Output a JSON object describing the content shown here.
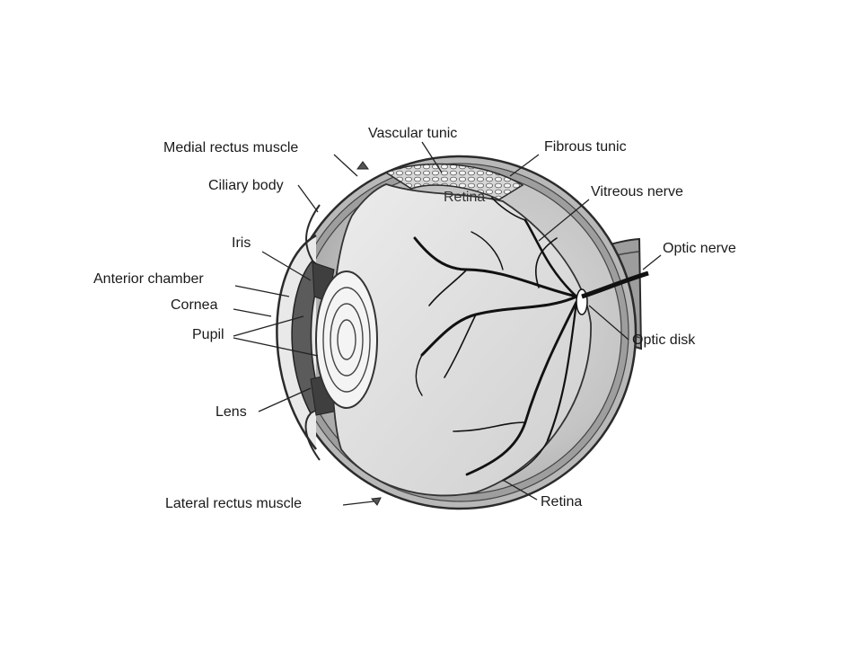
{
  "labels": {
    "medial_rectus": "Medial rectus muscle",
    "vascular_tunic": "Vascular tunic",
    "fibrous_tunic": "Fibrous tunic",
    "ciliary_body": "Ciliary body",
    "retina_top": "Retina",
    "vitreous_nerve": "Vitreous nerve",
    "iris": "Iris",
    "optic_nerve": "Optic nerve",
    "anterior_chamber": "Anterior chamber",
    "cornea": "Cornea",
    "pupil": "Pupil",
    "optic_disk": "Optic disk",
    "lens": "Lens",
    "lateral_rectus": "Lateral rectus muscle",
    "retina_bottom": "Retina"
  }
}
